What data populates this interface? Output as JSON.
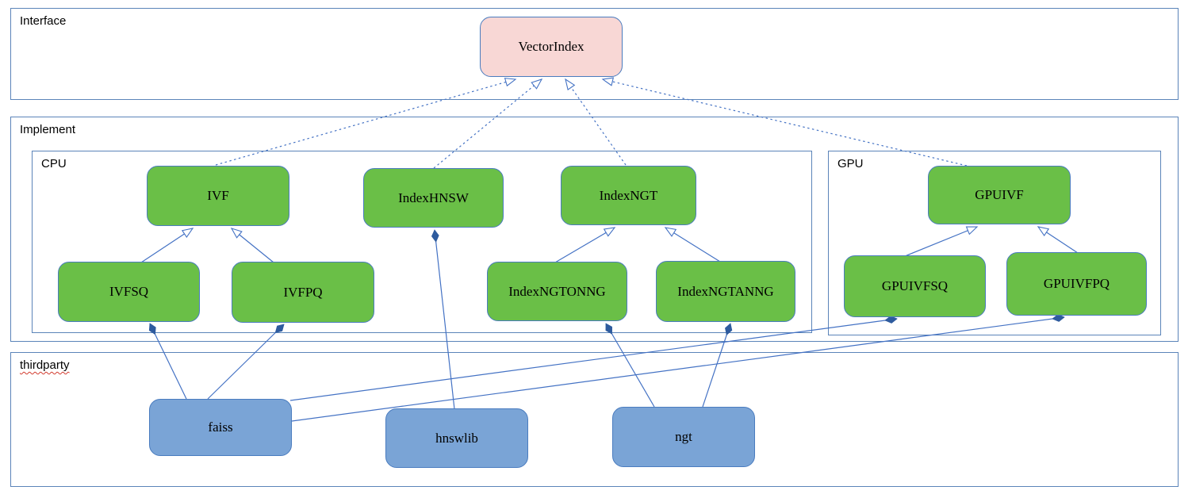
{
  "containers": {
    "interface": "Interface",
    "implement": "Implement",
    "cpu": "CPU",
    "gpu": "GPU",
    "thirdparty": "thirdparty"
  },
  "nodes": {
    "vectorindex": "VectorIndex",
    "ivf": "IVF",
    "indexhnsw": "IndexHNSW",
    "indexngt": "IndexNGT",
    "gpuivf": "GPUIVF",
    "ivfsq": "IVFSQ",
    "ivfpq": "IVFPQ",
    "indexngtonng": "IndexNGTONNG",
    "indexngtanng": "IndexNGTANNG",
    "gpuivfsq": "GPUIVFSQ",
    "gpuivfpq": "GPUIVFPQ",
    "faiss": "faiss",
    "hnswlib": "hnswlib",
    "ngt": "ngt"
  },
  "edges": [
    {
      "from": "ivf",
      "to": "vectorindex",
      "relation": "realization",
      "style": "dashed-hollow-arrow"
    },
    {
      "from": "indexhnsw",
      "to": "vectorindex",
      "relation": "realization",
      "style": "dashed-hollow-arrow"
    },
    {
      "from": "indexngt",
      "to": "vectorindex",
      "relation": "realization",
      "style": "dashed-hollow-arrow"
    },
    {
      "from": "gpuivf",
      "to": "vectorindex",
      "relation": "realization",
      "style": "dashed-hollow-arrow"
    },
    {
      "from": "ivfsq",
      "to": "ivf",
      "relation": "inheritance",
      "style": "solid-hollow-arrow"
    },
    {
      "from": "ivfpq",
      "to": "ivf",
      "relation": "inheritance",
      "style": "solid-hollow-arrow"
    },
    {
      "from": "indexngtonng",
      "to": "indexngt",
      "relation": "inheritance",
      "style": "solid-hollow-arrow"
    },
    {
      "from": "indexngtanng",
      "to": "indexngt",
      "relation": "inheritance",
      "style": "solid-hollow-arrow"
    },
    {
      "from": "gpuivfsq",
      "to": "gpuivf",
      "relation": "inheritance",
      "style": "solid-hollow-arrow"
    },
    {
      "from": "gpuivfpq",
      "to": "gpuivf",
      "relation": "inheritance",
      "style": "solid-hollow-arrow"
    },
    {
      "from": "faiss",
      "to": "ivfsq",
      "relation": "composition",
      "style": "solid-filled-diamond"
    },
    {
      "from": "faiss",
      "to": "ivfpq",
      "relation": "composition",
      "style": "solid-filled-diamond"
    },
    {
      "from": "faiss",
      "to": "gpuivfsq",
      "relation": "composition",
      "style": "solid-filled-diamond"
    },
    {
      "from": "faiss",
      "to": "gpuivfpq",
      "relation": "composition",
      "style": "solid-filled-diamond"
    },
    {
      "from": "hnswlib",
      "to": "indexhnsw",
      "relation": "composition",
      "style": "solid-filled-diamond"
    },
    {
      "from": "ngt",
      "to": "indexngtonng",
      "relation": "composition",
      "style": "solid-filled-diamond"
    },
    {
      "from": "ngt",
      "to": "indexngtanng",
      "relation": "composition",
      "style": "solid-filled-diamond"
    }
  ],
  "colors": {
    "interface_node_fill": "#f8d7d5",
    "implementation_node_fill": "#6abf47",
    "thirdparty_node_fill": "#7aa4d6",
    "node_border": "#4a7cbf",
    "container_border": "#5b84b9",
    "edge_line": "#4472c4",
    "diamond_fill": "#2e5b9e",
    "spellcheck_underline": "#d23b2e",
    "background": "#ffffff",
    "text": "#000000"
  }
}
